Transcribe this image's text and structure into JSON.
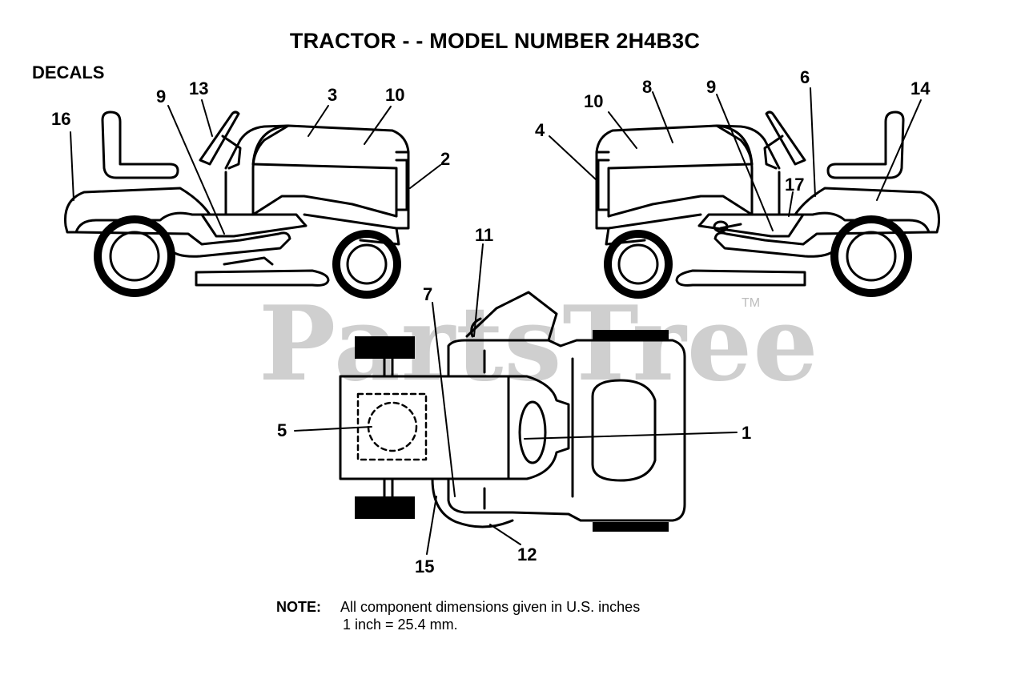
{
  "title": "TRACTOR - - MODEL NUMBER 2H4B3C",
  "section_label": "DECALS",
  "watermark": "PartsTree",
  "watermark_tm": "TM",
  "callouts": {
    "c1": "1",
    "c2": "2",
    "c3": "3",
    "c4": "4",
    "c5": "5",
    "c6": "6",
    "c7": "7",
    "c8": "8",
    "c9_left": "9",
    "c9_right": "9",
    "c10_left": "10",
    "c10_right": "10",
    "c11": "11",
    "c12": "12",
    "c13": "13",
    "c14": "14",
    "c15": "15",
    "c16": "16",
    "c17": "17"
  },
  "note": {
    "label": "NOTE:",
    "line1": "All component dimensions given in U.S. inches",
    "line2": "1 inch = 25.4 mm."
  }
}
